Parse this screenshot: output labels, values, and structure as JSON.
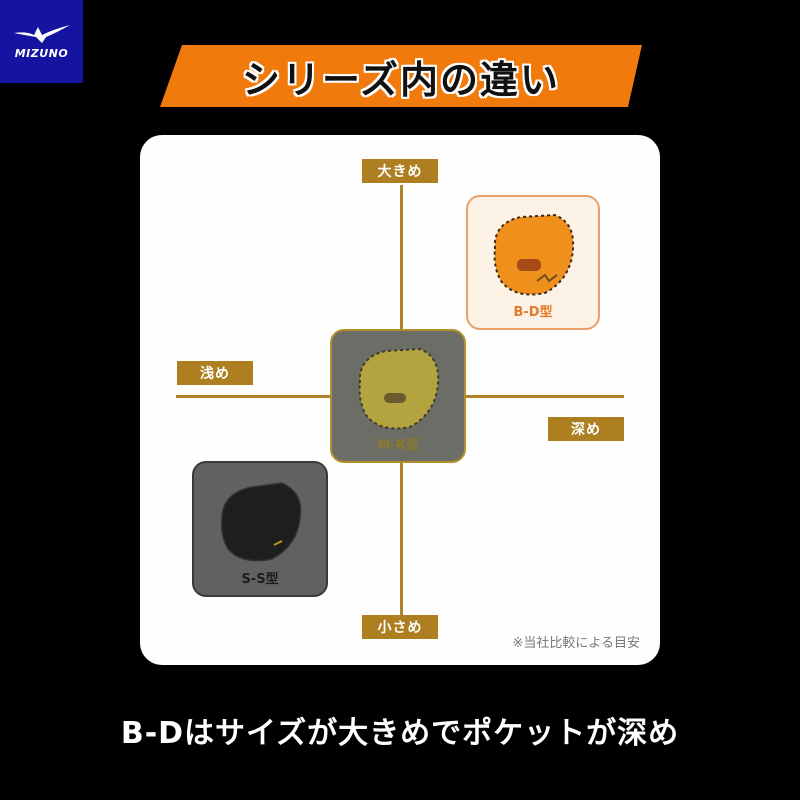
{
  "brand": {
    "logo_text": "MIZUNO",
    "logo_bg": "#1414a0"
  },
  "banner": {
    "title": "シリーズ内の違い",
    "color": "#f07a0c"
  },
  "chart": {
    "axis_labels": {
      "top": "大きめ",
      "bottom": "小さめ",
      "left": "浅め",
      "right": "深め"
    },
    "axis_color": "#ad7f21",
    "items": [
      {
        "label": "B-D型",
        "glove_color": "#f0901c",
        "size": "大きめ",
        "pocket": "深め"
      },
      {
        "label": "M-R型",
        "glove_color": "#c0a840",
        "size": "中",
        "pocket": "中"
      },
      {
        "label": "S-S型",
        "glove_color": "#1e1e1e",
        "size": "小さめ",
        "pocket": "浅め"
      }
    ],
    "note": "※当社比較による目安"
  },
  "caption": "B-Dはサイズが大きめでポケットが深め"
}
